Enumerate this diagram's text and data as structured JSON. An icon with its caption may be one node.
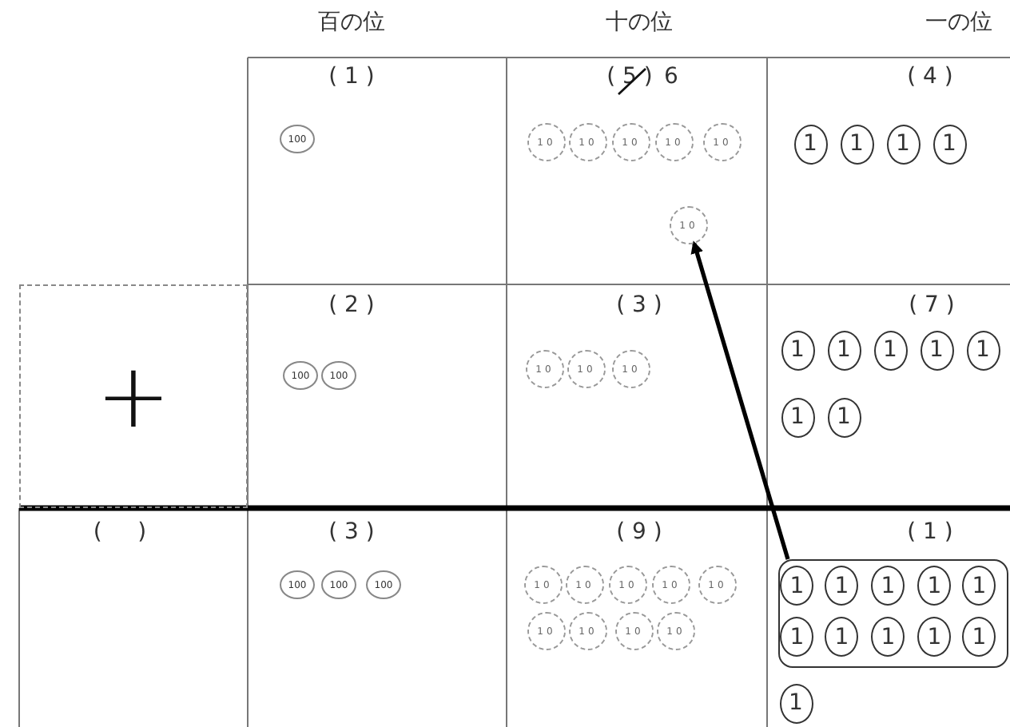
{
  "diagram": {
    "nodes": [
      {
        "text": [
          "100"
        ]
      },
      {
        "text": [
          "10"
        ]
      },
      {
        "text": [
          "10"
        ]
      },
      {
        "text": [
          "10"
        ]
      },
      {
        "text": [
          "10"
        ]
      },
      {
        "text": [
          "10"
        ]
      },
      {
        "text": [
          "10"
        ]
      },
      {
        "text": [
          "1"
        ]
      },
      {
        "text": [
          "1"
        ]
      },
      {
        "text": [
          "1"
        ]
      },
      {
        "text": [
          "1"
        ]
      },
      {
        "text": [
          "+"
        ]
      },
      {
        "text": [
          "100"
        ]
      },
      {
        "text": [
          "100"
        ]
      },
      {
        "text": [
          "10"
        ]
      },
      {
        "text": [
          "10"
        ]
      },
      {
        "text": [
          "10"
        ]
      },
      {
        "text": [
          "1"
        ]
      },
      {
        "text": [
          "1"
        ]
      },
      {
        "text": [
          "1"
        ]
      },
      {
        "text": [
          "1"
        ]
      },
      {
        "text": [
          "1"
        ]
      },
      {
        "text": [
          "1"
        ]
      },
      {
        "text": [
          "1"
        ]
      },
      {
        "text": [
          "100"
        ]
      },
      {
        "text": [
          "100"
        ]
      },
      {
        "text": [
          "100"
        ]
      },
      {
        "text": [
          "10"
        ]
      },
      {
        "text": [
          "10"
        ]
      },
      {
        "text": [
          "10"
        ]
      },
      {
        "text": [
          "10"
        ]
      },
      {
        "text": [
          "10"
        ]
      },
      {
        "text": [
          "10"
        ]
      },
      {
        "text": [
          "10"
        ]
      },
      {
        "text": [
          "10"
        ]
      },
      {
        "text": [
          "10"
        ]
      },
      {
        "text": [],
        "shape": "box"
      },
      {
        "text": [
          "1"
        ],
        "in": 36
      },
      {
        "text": [
          "1"
        ],
        "in": 36
      },
      {
        "text": [
          "1"
        ],
        "in": 36
      },
      {
        "text": [
          "1"
        ],
        "in": 36
      },
      {
        "text": [
          "1"
        ],
        "in": 36
      },
      {
        "text": [
          "1"
        ],
        "in": 36
      },
      {
        "text": [
          "1"
        ],
        "in": 36
      },
      {
        "text": [
          "1"
        ],
        "in": 36
      },
      {
        "text": [
          "1"
        ],
        "in": 36
      },
      {
        "text": [
          "1"
        ],
        "in": 36
      },
      {
        "text": [
          "1"
        ]
      }
    ],
    "edges": [
      {
        "from": 36,
        "to": 6,
        "arrow": "to"
      }
    ],
    "labels": [
      "百の位",
      "十の位",
      "一の位",
      "( 1 )",
      "( 5 )",
      "6",
      "( 4 )",
      "( 2 )",
      "( 3 )",
      "( 7 )",
      "(     )",
      "( 3 )",
      "( 9 )",
      "( 1 )"
    ]
  }
}
